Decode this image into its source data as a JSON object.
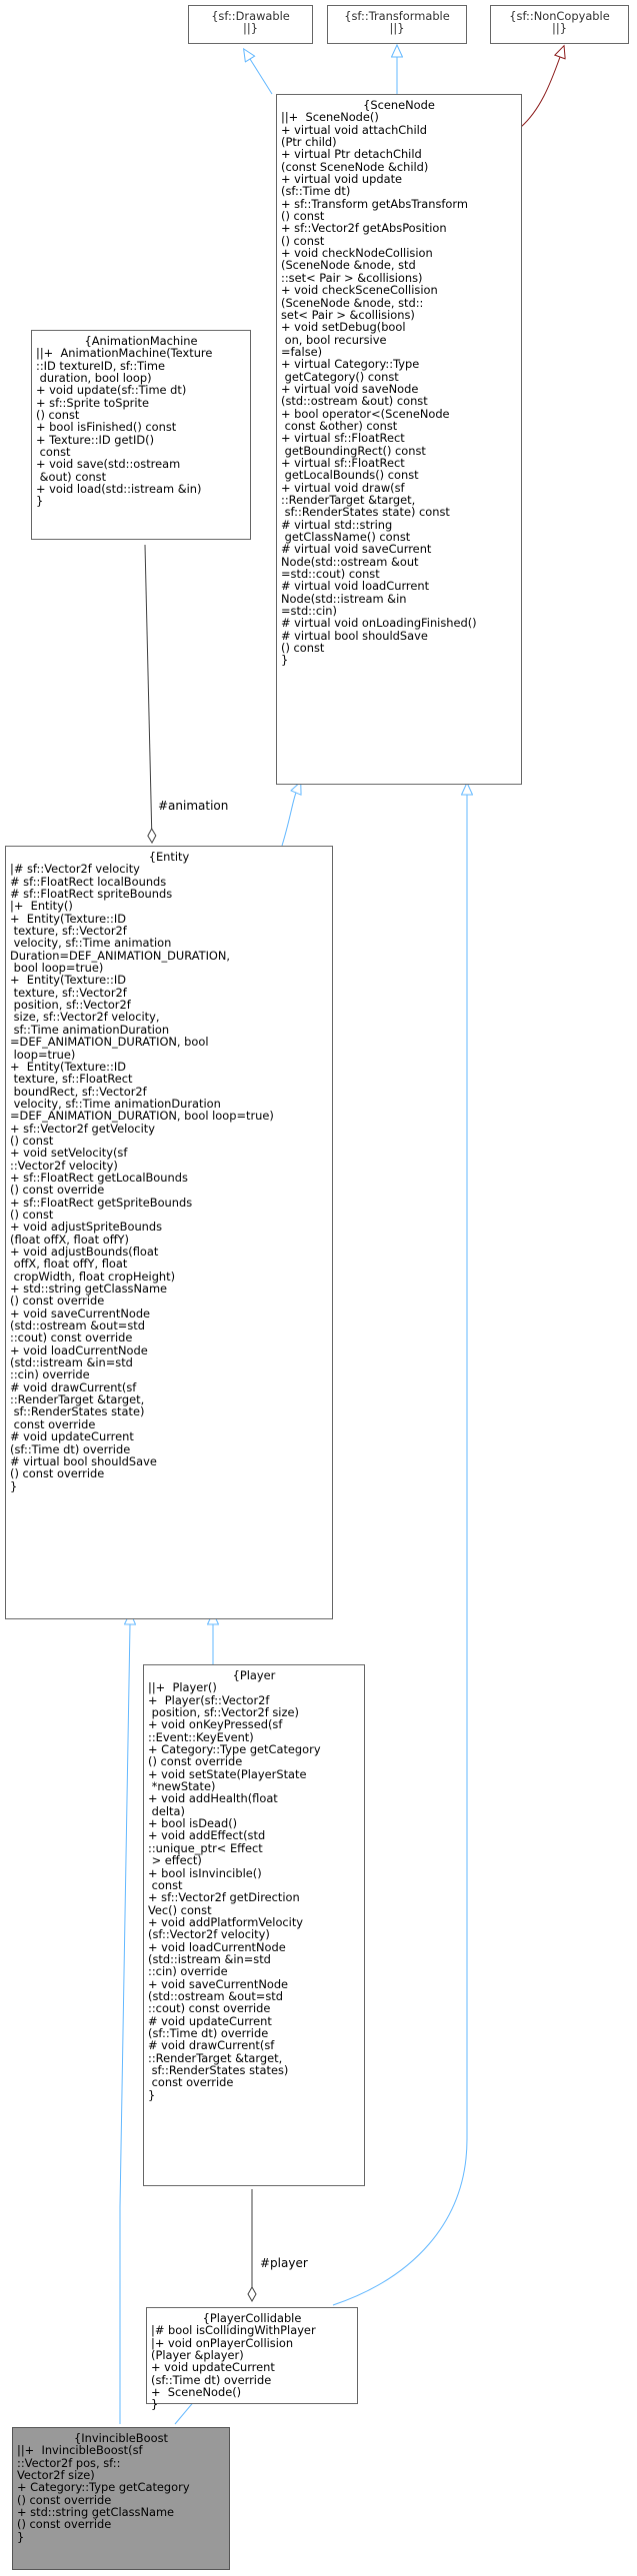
{
  "colors": {
    "inheritance": "#63b8ff",
    "private_inheritance": "#8b1a1a",
    "usage": "#404040",
    "highlight_fill": "#999999"
  },
  "nodes": {
    "drawable": {
      "title": "{sf::Drawable",
      "members": "||}"
    },
    "transformable": {
      "title": "{sf::Transformable",
      "members": "||}"
    },
    "noncopyable": {
      "title": "{sf::NonCopyable",
      "members": "||}"
    },
    "scenenode": {
      "title": "{SceneNode",
      "members": "||+  SceneNode()\n+ virtual void attachChild\n(Ptr child)\n+ virtual Ptr detachChild\n(const SceneNode &child)\n+ virtual void update\n(sf::Time dt)\n+ sf::Transform getAbsTransform\n() const\n+ sf::Vector2f getAbsPosition\n() const\n+ void checkNodeCollision\n(SceneNode &node, std\n::set< Pair > &collisions)\n+ void checkSceneCollision\n(SceneNode &node, std::\nset< Pair > &collisions)\n+ void setDebug(bool\n on, bool recursive\n=false)\n+ virtual Category::Type\n getCategory() const\n+ virtual void saveNode\n(std::ostream &out) const\n+ bool operator<(SceneNode\n const &other) const\n+ virtual sf::FloatRect\n getBoundingRect() const\n+ virtual sf::FloatRect\n getLocalBounds() const\n+ virtual void draw(sf\n::RenderTarget &target,\n sf::RenderStates state) const\n# virtual std::string\n getClassName() const\n# virtual void saveCurrent\nNode(std::ostream &out\n=std::cout) const\n# virtual void loadCurrent\nNode(std::istream &in\n=std::cin)\n# virtual void onLoadingFinished()\n# virtual bool shouldSave\n() const\n}"
    },
    "animationmachine": {
      "title": "{AnimationMachine",
      "members": "||+  AnimationMachine(Texture\n::ID textureID, sf::Time\n duration, bool loop)\n+ void update(sf::Time dt)\n+ sf::Sprite toSprite\n() const\n+ bool isFinished() const\n+ Texture::ID getID()\n const\n+ void save(std::ostream\n &out) const\n+ void load(std::istream &in)\n}"
    },
    "entity": {
      "title": "{Entity",
      "members": "|# sf::Vector2f velocity\n# sf::FloatRect localBounds\n# sf::FloatRect spriteBounds\n|+  Entity()\n+  Entity(Texture::ID\n texture, sf::Vector2f\n velocity, sf::Time animation\nDuration=DEF_ANIMATION_DURATION,\n bool loop=true)\n+  Entity(Texture::ID\n texture, sf::Vector2f\n position, sf::Vector2f\n size, sf::Vector2f velocity,\n sf::Time animationDuration\n=DEF_ANIMATION_DURATION, bool\n loop=true)\n+  Entity(Texture::ID\n texture, sf::FloatRect\n boundRect, sf::Vector2f\n velocity, sf::Time animationDuration\n=DEF_ANIMATION_DURATION, bool loop=true)\n+ sf::Vector2f getVelocity\n() const\n+ void setVelocity(sf\n::Vector2f velocity)\n+ sf::FloatRect getLocalBounds\n() const override\n+ sf::FloatRect getSpriteBounds\n() const\n+ void adjustSpriteBounds\n(float offX, float offY)\n+ void adjustBounds(float\n offX, float offY, float\n cropWidth, float cropHeight)\n+ std::string getClassName\n() const override\n+ void saveCurrentNode\n(std::ostream &out=std\n::cout) const override\n+ void loadCurrentNode\n(std::istream &in=std\n::cin) override\n# void drawCurrent(sf\n::RenderTarget &target,\n sf::RenderStates state)\n const override\n# void updateCurrent\n(sf::Time dt) override\n# virtual bool shouldSave\n() const override\n}"
    },
    "player": {
      "title": "{Player",
      "members": "||+  Player()\n+  Player(sf::Vector2f\n position, sf::Vector2f size)\n+ void onKeyPressed(sf\n::Event::KeyEvent)\n+ Category::Type getCategory\n() const override\n+ void setState(PlayerState\n *newState)\n+ void addHealth(float\n delta)\n+ bool isDead()\n+ void addEffect(std\n::unique_ptr< Effect\n > effect)\n+ bool isInvincible()\n const\n+ sf::Vector2f getDirection\nVec() const\n+ void addPlatformVelocity\n(sf::Vector2f velocity)\n+ void loadCurrentNode\n(std::istream &in=std\n::cin) override\n+ void saveCurrentNode\n(std::ostream &out=std\n::cout) const override\n# void updateCurrent\n(sf::Time dt) override\n# void drawCurrent(sf\n::RenderTarget &target,\n sf::RenderStates states)\n const override\n}"
    },
    "playercollidable": {
      "title": "{PlayerCollidable",
      "members": "|# bool isCollidingWithPlayer\n|+ void onPlayerCollision\n(Player &player)\n+ void updateCurrent\n(sf::Time dt) override\n+  SceneNode()\n}"
    },
    "invincibleboost": {
      "title": "{InvincibleBoost",
      "members": "||+  InvincibleBoost(sf\n::Vector2f pos, sf::\nVector2f size)\n+ Category::Type getCategory\n() const override\n+ std::string getClassName\n() const override\n}"
    }
  },
  "edge_labels": {
    "animation": "#animation",
    "player": "#player"
  }
}
